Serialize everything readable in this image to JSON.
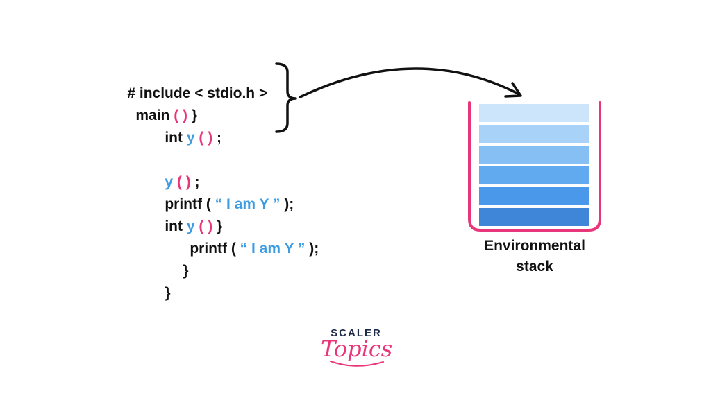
{
  "code": {
    "line1": {
      "text": "# include < stdio.h >"
    },
    "line2": {
      "a": "main ",
      "b": "( )",
      "c": " }"
    },
    "line3": {
      "a": "int ",
      "b": "y",
      "c": " ",
      "d": "( )",
      "e": " ;"
    },
    "line4": {
      "a": "y",
      "b": " ",
      "c": "( )",
      "d": " ;"
    },
    "line5": {
      "a": "printf ( ",
      "b": "“ I am Y ”",
      "c": " );"
    },
    "line6": {
      "a": "int ",
      "b": "y",
      "c": " ",
      "d": "( )",
      "e": " }"
    },
    "line7": {
      "a": "printf ( ",
      "b": "“ I am Y ”",
      "c": " );"
    },
    "line8": {
      "text": "}"
    },
    "line9": {
      "text": "}"
    }
  },
  "stack": {
    "label_line1": "Environmental",
    "label_line2": "stack",
    "block_colors": [
      "#cde5fb",
      "#a9d2f8",
      "#86bff3",
      "#62aaf0",
      "#4a98ea",
      "#3f86d8"
    ],
    "container_color": "#e8367a"
  },
  "brand": {
    "top": "SCALER",
    "bottom": "Topics"
  },
  "colors": {
    "keyword_pink": "#e8367a",
    "identifier_blue": "#3b9be3",
    "text": "#111111"
  }
}
